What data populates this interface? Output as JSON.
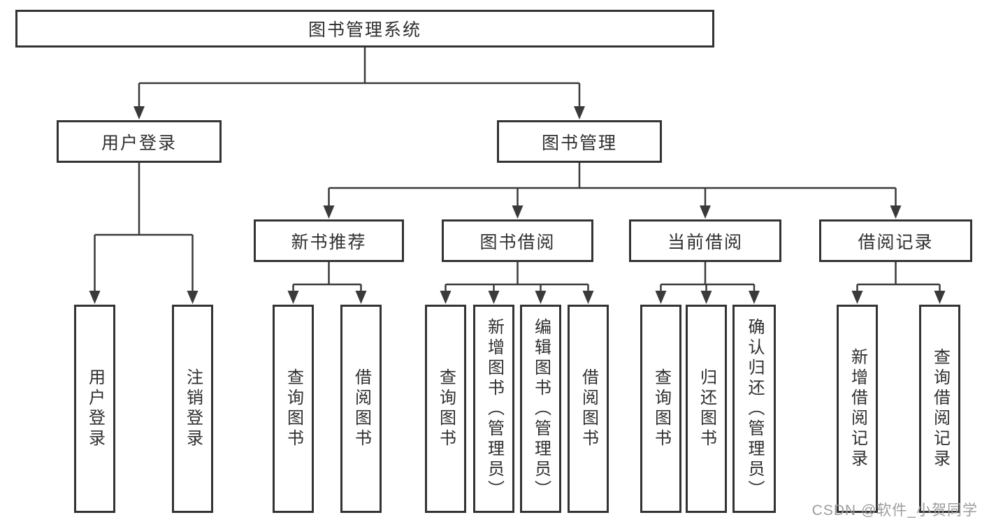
{
  "colors": {
    "background": "#ffffff",
    "line": "#3a3a3a",
    "box_border": "#333333",
    "text": "#2f2f2f",
    "watermark": "#9c9c9c"
  },
  "tree": {
    "root": "图书管理系统",
    "left": {
      "label": "用户登录",
      "children": [
        "用户登录",
        "注销登录"
      ]
    },
    "right": {
      "label": "图书管理",
      "groups": [
        {
          "label": "新书推荐",
          "children": [
            "查询图书",
            "借阅图书"
          ]
        },
        {
          "label": "图书借阅",
          "children": [
            "查询图书",
            "新增图书（管理员）",
            "编辑图书（管理员）",
            "借阅图书"
          ]
        },
        {
          "label": "当前借阅",
          "children": [
            "查询图书",
            "归还图书",
            "确认归还（管理员）"
          ]
        },
        {
          "label": "借阅记录",
          "children": [
            "新增借阅记录",
            "查询借阅记录"
          ]
        }
      ]
    }
  },
  "watermark": {
    "text": "CSDN @软件_小贺同学"
  }
}
